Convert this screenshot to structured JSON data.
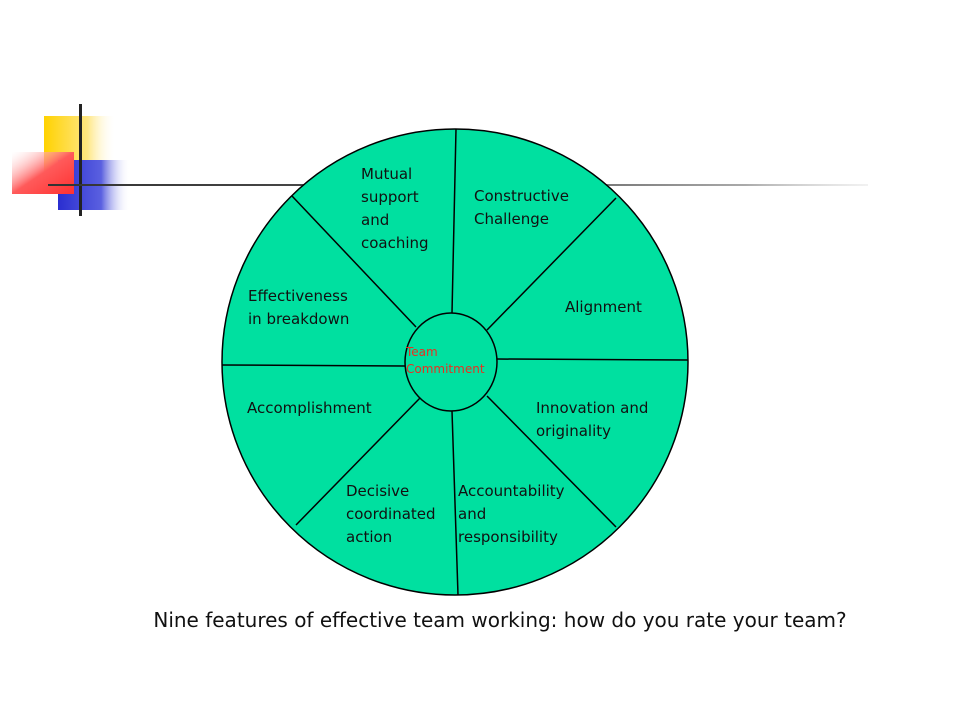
{
  "colors": {
    "wheel_fill": "#00E0A0",
    "wheel_stroke": "#000000",
    "center_text": "#E83020",
    "deco_yellow": "#FFD200",
    "deco_red": "#FF4040",
    "deco_blue": "#2A2ED0",
    "deco_line": "#222222"
  },
  "wheel": {
    "center_label": "Team\nCommitment",
    "segments": [
      {
        "label": "Mutual\nsupport\nand\ncoaching"
      },
      {
        "label": "Constructive\nChallenge"
      },
      {
        "label": "Alignment"
      },
      {
        "label": "Innovation and\noriginality"
      },
      {
        "label": "Accountability\nand\nresponsibility"
      },
      {
        "label": "Decisive\ncoordinated\naction"
      },
      {
        "label": "Accomplishment"
      },
      {
        "label": "Effectiveness\nin breakdown"
      }
    ]
  },
  "caption": "Nine features of effective team working: how do you rate your team?"
}
